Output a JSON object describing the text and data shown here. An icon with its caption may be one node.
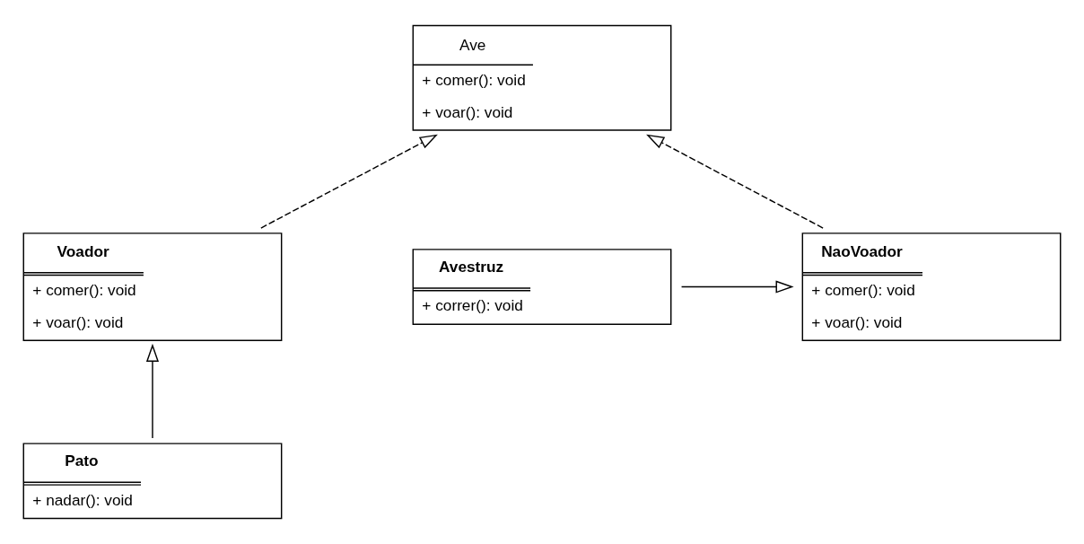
{
  "diagram": {
    "nodes": [
      {
        "text": [
          "Ave",
          "+ comer(): void",
          "+ voar(): void"
        ]
      },
      {
        "text": [
          "Voador",
          "+ comer(): void",
          "+ voar(): void"
        ]
      },
      {
        "text": [
          "NaoVoador",
          "+ comer(): void",
          "+ voar(): void"
        ]
      },
      {
        "text": [
          "Avestruz",
          "+ correr(): void"
        ]
      },
      {
        "text": [
          "Pato",
          "+ nadar(): void"
        ]
      }
    ],
    "edges": [
      {
        "from": 1,
        "to": 0,
        "arrow": "to",
        "style": "dashed"
      },
      {
        "from": 2,
        "to": 0,
        "arrow": "to",
        "style": "dashed"
      },
      {
        "from": 3,
        "to": 2,
        "arrow": "to"
      },
      {
        "from": 4,
        "to": 1,
        "arrow": "to"
      }
    ]
  }
}
